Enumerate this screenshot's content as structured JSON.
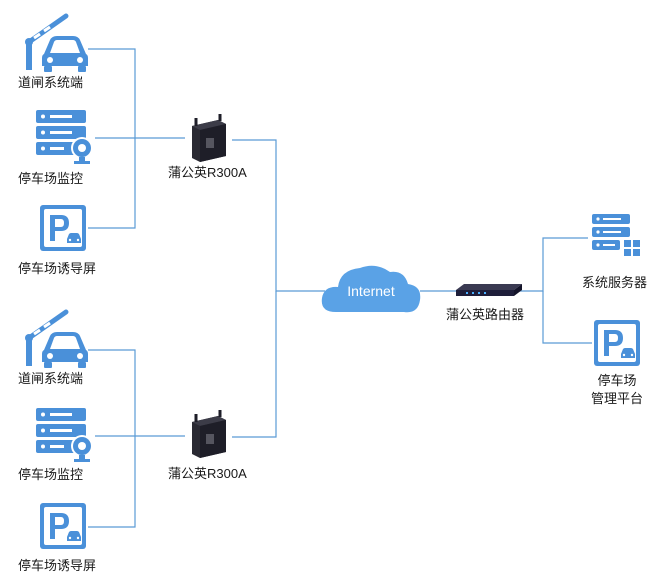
{
  "colors": {
    "icon_blue": "#4a90d9",
    "line_blue": "#5b9bd5",
    "cloud_blue": "#5aa2e6",
    "device_dark": "#1e1e28"
  },
  "group_top": {
    "gate": {
      "label": "道闸系统端",
      "icon": "barrier-car-icon"
    },
    "monitor": {
      "label": "停车场监控",
      "icon": "server-camera-icon"
    },
    "guide": {
      "label": "停车场诱导屏",
      "icon": "parking-sign-icon"
    },
    "router": {
      "label": "蒲公英R300A",
      "icon": "router-device-icon"
    }
  },
  "group_bottom": {
    "gate": {
      "label": "道闸系统端",
      "icon": "barrier-car-icon"
    },
    "monitor": {
      "label": "停车场监控",
      "icon": "server-camera-icon"
    },
    "guide": {
      "label": "停车场诱导屏",
      "icon": "parking-sign-icon"
    },
    "router": {
      "label": "蒲公英R300A",
      "icon": "router-device-icon"
    }
  },
  "cloud": {
    "label": "Internet",
    "icon": "cloud-icon"
  },
  "main_router": {
    "label": "蒲公英路由器",
    "icon": "rack-router-icon"
  },
  "server": {
    "label": "系统服务器",
    "icon": "server-grid-icon"
  },
  "platform": {
    "label_line1": "停车场",
    "label_line2": "管理平台",
    "icon": "parking-sign-icon"
  }
}
